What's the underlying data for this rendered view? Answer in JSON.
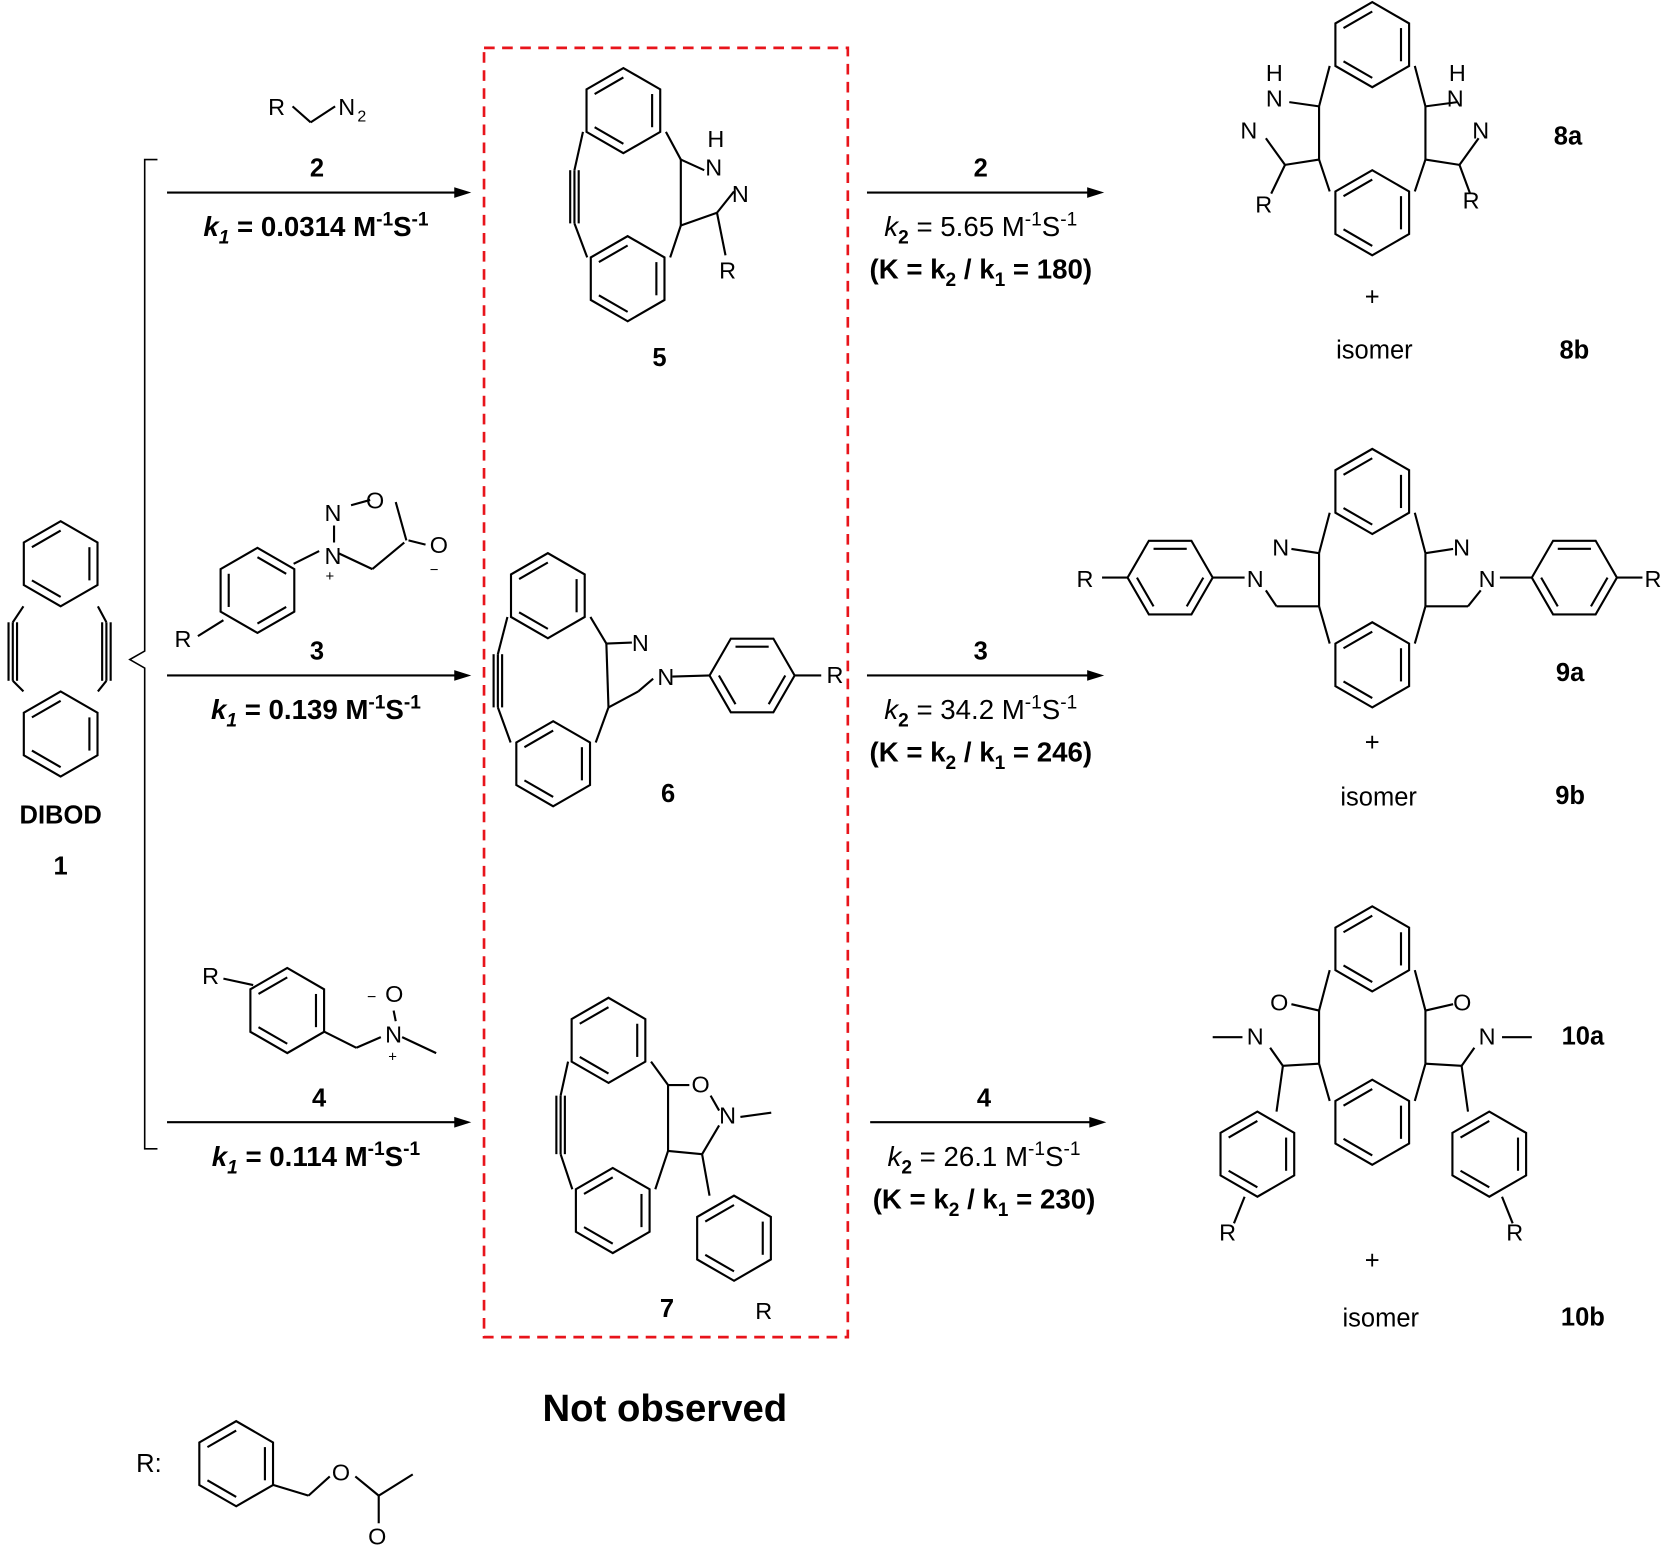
{
  "colors": {
    "box": "#e8141b",
    "ink": "#000000"
  },
  "start_material": {
    "name": "DIBOD",
    "number": "1"
  },
  "reagents": [
    {
      "number": "2",
      "label_atoms": [
        "R",
        "N",
        "2"
      ],
      "k1": [
        [
          "k",
          "bi"
        ],
        [
          "1",
          "bisub"
        ],
        [
          " = 0.0314 M",
          "b"
        ],
        [
          "-1",
          "bsup"
        ],
        [
          "S",
          "b"
        ],
        [
          "-1",
          "bsup"
        ]
      ]
    },
    {
      "number": "3",
      "label_atoms": [
        "R",
        "N",
        "N",
        "O",
        "O",
        "+",
        "−"
      ],
      "k1": [
        [
          "k",
          "bi"
        ],
        [
          "1",
          "bisub"
        ],
        [
          " = 0.139 M",
          "b"
        ],
        [
          "-1",
          "bsup"
        ],
        [
          "S",
          "b"
        ],
        [
          "-1",
          "bsup"
        ]
      ]
    },
    {
      "number": "4",
      "label_atoms": [
        "R",
        "O",
        "N",
        "−",
        "+"
      ],
      "k1": [
        [
          "k",
          "bi"
        ],
        [
          "1",
          "bisub"
        ],
        [
          " = 0.114 M",
          "b"
        ],
        [
          "-1",
          "bsup"
        ],
        [
          "S",
          "b"
        ],
        [
          "-1",
          "bsup"
        ]
      ]
    }
  ],
  "intermediates": [
    {
      "number": "5",
      "atoms": [
        "H",
        "N",
        "N",
        "R"
      ]
    },
    {
      "number": "6",
      "atoms": [
        "N",
        "N",
        "R"
      ]
    },
    {
      "number": "7",
      "atoms": [
        "O",
        "N",
        "R"
      ]
    }
  ],
  "intermediates_note": "Not observed",
  "second_steps": [
    {
      "reagent": "2",
      "k2": [
        [
          "k",
          "i"
        ],
        [
          "2",
          "sub"
        ],
        [
          " = 5.65 M",
          ""
        ],
        [
          "-1",
          "sup"
        ],
        [
          "S",
          ""
        ],
        [
          "-1",
          "sup"
        ]
      ],
      "K": [
        [
          "(K = k",
          "b"
        ],
        [
          "2",
          "bsub"
        ],
        [
          " / k",
          "b"
        ],
        [
          "1",
          "bsub"
        ],
        [
          " = 180)",
          "b"
        ]
      ]
    },
    {
      "reagent": "3",
      "k2": [
        [
          "k",
          "i"
        ],
        [
          "2",
          "sub"
        ],
        [
          " = 34.2 M",
          ""
        ],
        [
          "-1",
          "sup"
        ],
        [
          "S",
          ""
        ],
        [
          "-1",
          "sup"
        ]
      ],
      "K": [
        [
          "(K = k",
          "b"
        ],
        [
          "2",
          "bsub"
        ],
        [
          " / k",
          "b"
        ],
        [
          "1",
          "bsub"
        ],
        [
          " = 246)",
          "b"
        ]
      ]
    },
    {
      "reagent": "4",
      "k2": [
        [
          "k",
          "i"
        ],
        [
          "2",
          "sub"
        ],
        [
          " = 26.1 M",
          ""
        ],
        [
          "-1",
          "sup"
        ],
        [
          "S",
          ""
        ],
        [
          "-1",
          "sup"
        ]
      ],
      "K": [
        [
          "(K = k",
          "b"
        ],
        [
          "2",
          "bsub"
        ],
        [
          " / k",
          "b"
        ],
        [
          "1",
          "bsub"
        ],
        [
          " = 230)",
          "b"
        ]
      ]
    }
  ],
  "products": [
    {
      "a": "8a",
      "b": "8b",
      "plus": "+",
      "isomer": "isomer",
      "atoms": [
        "H",
        "N",
        "N",
        "H",
        "N",
        "N",
        "R",
        "R"
      ]
    },
    {
      "a": "9a",
      "b": "9b",
      "plus": "+",
      "isomer": "isomer",
      "atoms": [
        "N",
        "N",
        "N",
        "N",
        "R",
        "R"
      ]
    },
    {
      "a": "10a",
      "b": "10b",
      "plus": "+",
      "isomer": "isomer",
      "atoms": [
        "O",
        "N",
        "O",
        "N",
        "R",
        "R"
      ]
    }
  ],
  "r_group": {
    "label": "R:",
    "atoms": [
      "O",
      "O"
    ]
  }
}
